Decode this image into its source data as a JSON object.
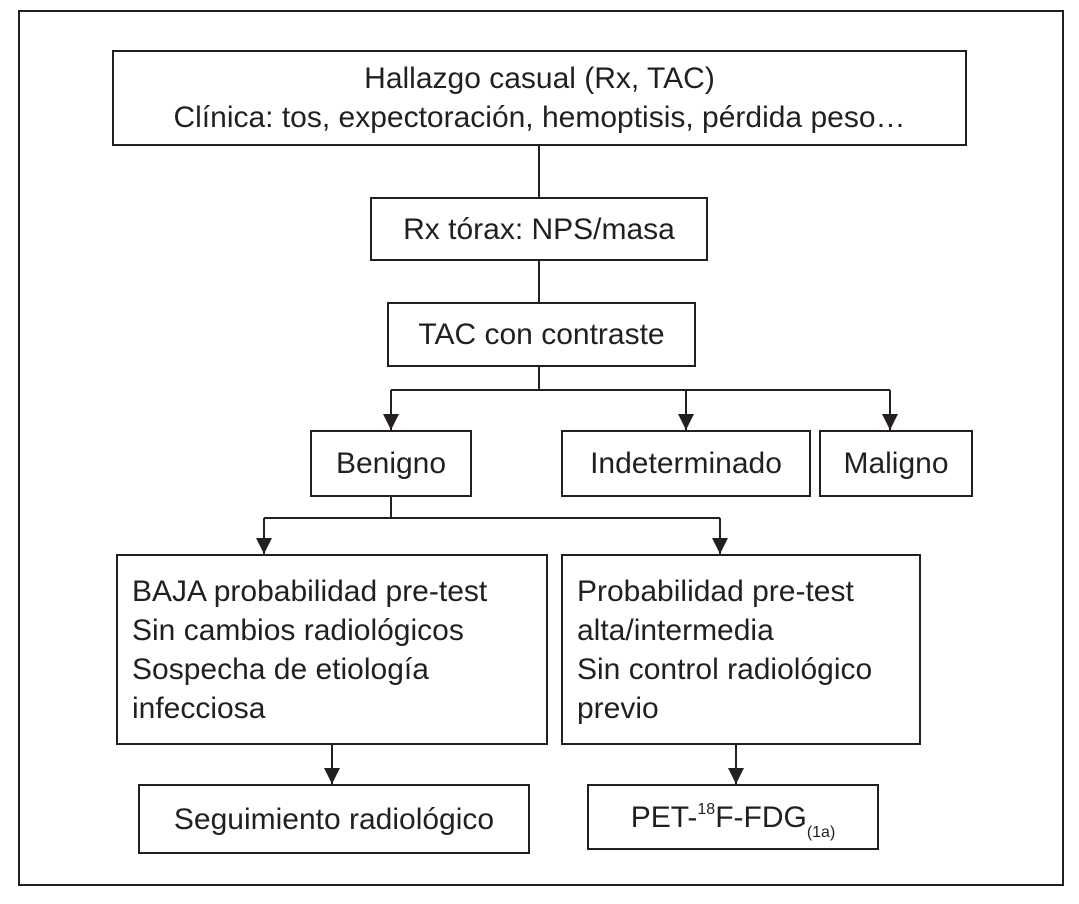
{
  "flowchart": {
    "start": {
      "line1": "Hallazgo casual (Rx, TAC)",
      "line2": "Clínica: tos, expectoración, hemoptisis, pérdida peso…"
    },
    "rx": "Rx tórax: NPS/masa",
    "tac": "TAC con contraste",
    "outcomes": {
      "benigno": "Benigno",
      "indeterminado": "Indeterminado",
      "maligno": "Maligno"
    },
    "low_prob": {
      "lines": [
        "BAJA probabilidad pre-test",
        "Sin cambios radiológicos",
        "Sospecha de etiología",
        "infecciosa"
      ]
    },
    "high_prob": {
      "lines": [
        "Probabilidad pre-test",
        "alta/intermedia",
        "Sin control radiológico",
        "previo"
      ]
    },
    "followup": "Seguimiento radiológico",
    "pet": {
      "prefix": "PET-",
      "isotope": "18",
      "suffix": "F-FDG",
      "evidence": "(1a)"
    }
  },
  "colors": {
    "ink": "#231f20",
    "background": "#ffffff"
  }
}
